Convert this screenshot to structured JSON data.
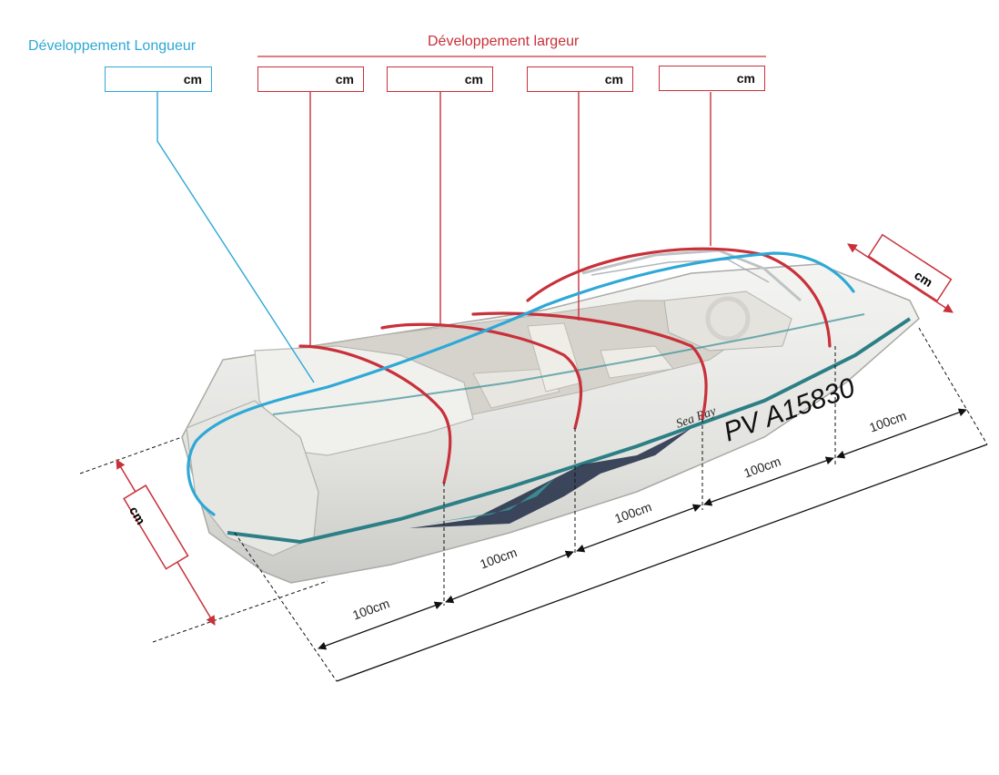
{
  "titles": {
    "length": "Développement Longueur",
    "width": "Développement largeur"
  },
  "unit": "cm",
  "fields": {
    "length": {
      "value": "",
      "unit": "cm"
    },
    "widths": [
      {
        "value": "",
        "unit": "cm"
      },
      {
        "value": "",
        "unit": "cm"
      },
      {
        "value": "",
        "unit": "cm"
      },
      {
        "value": "",
        "unit": "cm"
      }
    ],
    "bow": {
      "unit": "cm"
    },
    "height": {
      "unit": "cm"
    }
  },
  "segments": [
    "100cm",
    "100cm",
    "100cm",
    "100cm",
    "100cm"
  ],
  "boat": {
    "registration": "PV  A15830",
    "brand": "Sea Ray"
  },
  "colors": {
    "length": "#2ea8d6",
    "width": "#c8303a",
    "hull_stripe": "#2d7f86"
  }
}
